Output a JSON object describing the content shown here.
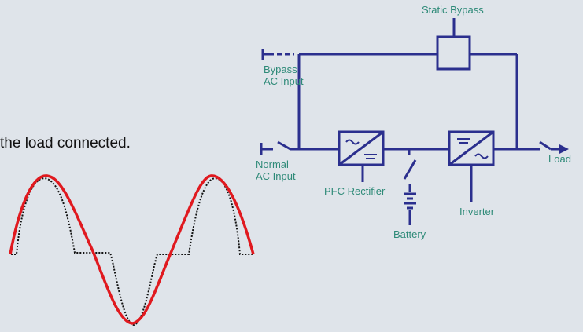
{
  "caption": "the load connected.",
  "labels": {
    "static_bypass": "Static Bypass",
    "bypass_line1": "Bypass",
    "bypass_line2": "AC Input",
    "normal_line1": "Normal",
    "normal_line2": "AC Input",
    "pfc_rectifier": "PFC Rectifier",
    "inverter": "Inverter",
    "battery": "Battery",
    "load": "Load"
  },
  "colors": {
    "background": "#dfe4ea",
    "circuit": "#2b2f8e",
    "label": "#2e8a78",
    "sine": "#e0191f",
    "stepped": "#111111"
  }
}
